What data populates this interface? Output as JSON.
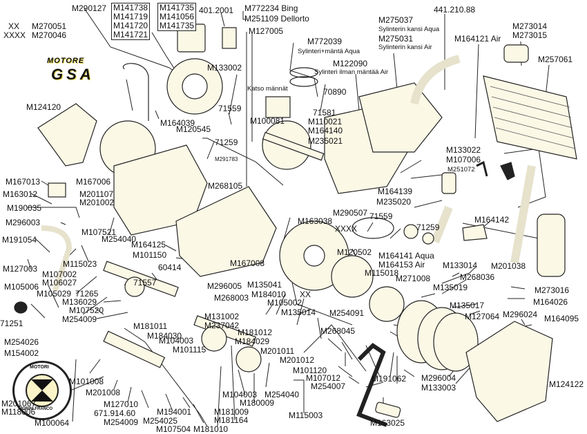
{
  "diagram": {
    "title_small": "MOTORE",
    "title_large": "GSA",
    "logo_text_top": "MOTORI",
    "logo_text_bottom": "MORINI FRANCO",
    "legend": [
      {
        "mark": "XX",
        "part": "M270051"
      },
      {
        "mark": "XXXX",
        "part": "M270046"
      }
    ],
    "boxes": {
      "ignition": [
        "M141738",
        "M141719",
        "M141720",
        "M141721"
      ],
      "regulator": [
        "M141735",
        "M141056",
        "M141735"
      ]
    },
    "labels": {
      "m290127": "M290127",
      "p4012001": "401.2001",
      "m772234": "M772234 Bing",
      "m251109": "M251109 Dellorto",
      "m127005": "M127005",
      "m772039": "M772039",
      "m772039_desc": "Sylinteri+mäntä Aqua",
      "m122090": "M122090",
      "m122090_desc": "Sylinteri ilman mäntää Air",
      "m275037": "M275037",
      "m275037_desc": "Sylinterin kansi Aqua",
      "m275031": "M275031",
      "m275031_desc": "Sylinterin kansi Air",
      "p44121088": "441.210.88",
      "m164121": "M164121 Air",
      "m273014": "M273014",
      "m273015": "M273015",
      "m257061": "M257061",
      "m133002": "M133002",
      "katso": "Katso männät",
      "p70890": "70890",
      "p71559a": "71559",
      "p71581": "71581",
      "m110021": "M110021",
      "m100081": "M100081",
      "m164140": "M164140",
      "m124120": "M124120",
      "m164039": "M164039",
      "m120545": "M120545",
      "p71259a": "71259",
      "m235021": "M235021",
      "m291783": "M291783",
      "m268105": "M268105",
      "m133022": "M133022",
      "m107006": "M107006",
      "m251072": "M251072",
      "m167013": "M167013",
      "m167006": "M167006",
      "m163012": "M163012",
      "m201107": "M201107",
      "m201002": "M201002",
      "m190035": "M190035",
      "m296003": "M296003",
      "m107521": "M107521",
      "m191054": "M191054",
      "m254040a": "M254040",
      "m115023": "M115023",
      "m127003": "M127003",
      "m107002": "M107002",
      "m106027": "M106027",
      "m105006": "M105006",
      "m105029": "M105029",
      "p71265": "71265",
      "m136029": "M136029",
      "m164125": "M164125",
      "m101150": "M101150",
      "p60414": "60414",
      "p71557": "71557",
      "m167008": "M167008",
      "m296005": "M296005",
      "m268003": "M268003",
      "m164139": "M164139",
      "m235020": "M235020",
      "m290507": "M290507",
      "p71559b": "71559",
      "p71259b": "71259",
      "m164142": "M164142",
      "m163038": "M163038",
      "xxxx": "XXXX",
      "m120502": "M120502",
      "m164141": "M164141 Aqua",
      "m164153": "M164153 Air",
      "m115018": "M115018",
      "m133014": "M133014",
      "m201038": "M201038",
      "m268036": "M268036",
      "m271008": "M271008",
      "m135019": "M135019",
      "m273016": "M273016",
      "m164026": "M164026",
      "m135041": "M135041",
      "m184010": "M184010",
      "xx": "XX",
      "m105002": "M105002",
      "m135014": "M135014",
      "m135017": "M135017",
      "m296024": "M296024",
      "m127064": "M127064",
      "m164095": "M164095",
      "m254091": "M254091",
      "m268045": "M268045",
      "p71251": "71251",
      "m107520": "M107520",
      "m254009a": "M254009",
      "m181011": "M181011",
      "m184030": "M184030",
      "m131002": "M131002",
      "m237042": "M237042",
      "m181012": "M181012",
      "m184029": "M184029",
      "m254026": "M254026",
      "m154002": "M154002",
      "m104003a": "M104003",
      "m101115": "M101115",
      "m201011": "M201011",
      "m201012": "M201012",
      "m101120": "M101120",
      "m107012": "M107012",
      "m254007": "M254007",
      "m191062": "M191062",
      "m296004": "M296004",
      "m133003": "M133003",
      "m124122": "M124122",
      "m101008": "M101008",
      "m201008": "M201008",
      "m104003b": "M104003",
      "m180009": "M180009",
      "m254040b": "M254040",
      "m201067": "M201067",
      "m118006": "M118006",
      "m127010": "M127010",
      "p67191460": "671.914.60",
      "m254009b": "M254009",
      "m154001": "M154001",
      "m254025": "M254025",
      "m107504": "M107504",
      "m181010": "M181010",
      "m181009": "M181009",
      "m181164": "M181164",
      "m115003": "M115003",
      "m163025": "M163025",
      "m100064": "M100064"
    }
  }
}
